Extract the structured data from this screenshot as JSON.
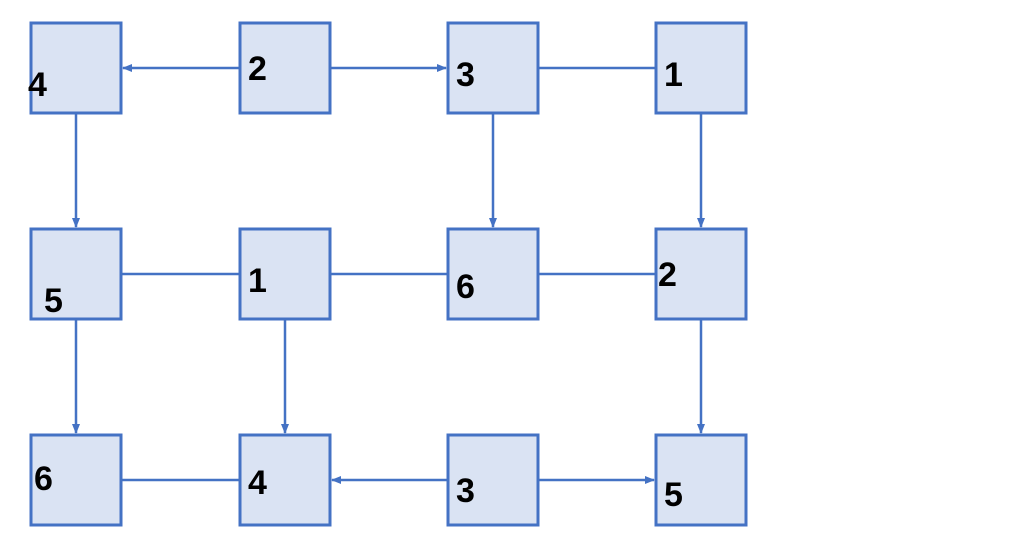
{
  "colors": {
    "node_fill": "#dae3f3",
    "node_stroke": "#4472c4",
    "edge": "#4472c4",
    "label": "#000000"
  },
  "nodes": [
    {
      "id": "r1c1",
      "label": "4"
    },
    {
      "id": "r1c2",
      "label": "2"
    },
    {
      "id": "r1c3",
      "label": "3"
    },
    {
      "id": "r1c4",
      "label": "1"
    },
    {
      "id": "r2c1",
      "label": "5"
    },
    {
      "id": "r2c2",
      "label": "1"
    },
    {
      "id": "r2c3",
      "label": "6"
    },
    {
      "id": "r2c4",
      "label": "2"
    },
    {
      "id": "r3c1",
      "label": "6"
    },
    {
      "id": "r3c2",
      "label": "4"
    },
    {
      "id": "r3c3",
      "label": "3"
    },
    {
      "id": "r3c4",
      "label": "5"
    }
  ],
  "edges": [
    {
      "from": "r1c2",
      "to": "r1c1",
      "directed": true
    },
    {
      "from": "r1c2",
      "to": "r1c3",
      "directed": true
    },
    {
      "from": "r1c3",
      "to": "r1c4",
      "directed": false
    },
    {
      "from": "r1c1",
      "to": "r2c1",
      "directed": true
    },
    {
      "from": "r1c3",
      "to": "r2c3",
      "directed": true
    },
    {
      "from": "r1c4",
      "to": "r2c4",
      "directed": true
    },
    {
      "from": "r2c1",
      "to": "r2c2",
      "directed": false
    },
    {
      "from": "r2c2",
      "to": "r2c3",
      "directed": false
    },
    {
      "from": "r2c3",
      "to": "r2c4",
      "directed": false
    },
    {
      "from": "r2c1",
      "to": "r3c1",
      "directed": true
    },
    {
      "from": "r2c2",
      "to": "r3c2",
      "directed": true
    },
    {
      "from": "r2c4",
      "to": "r3c4",
      "directed": true
    },
    {
      "from": "r3c1",
      "to": "r3c2",
      "directed": false
    },
    {
      "from": "r3c3",
      "to": "r3c2",
      "directed": true
    },
    {
      "from": "r3c3",
      "to": "r3c4",
      "directed": true
    }
  ]
}
